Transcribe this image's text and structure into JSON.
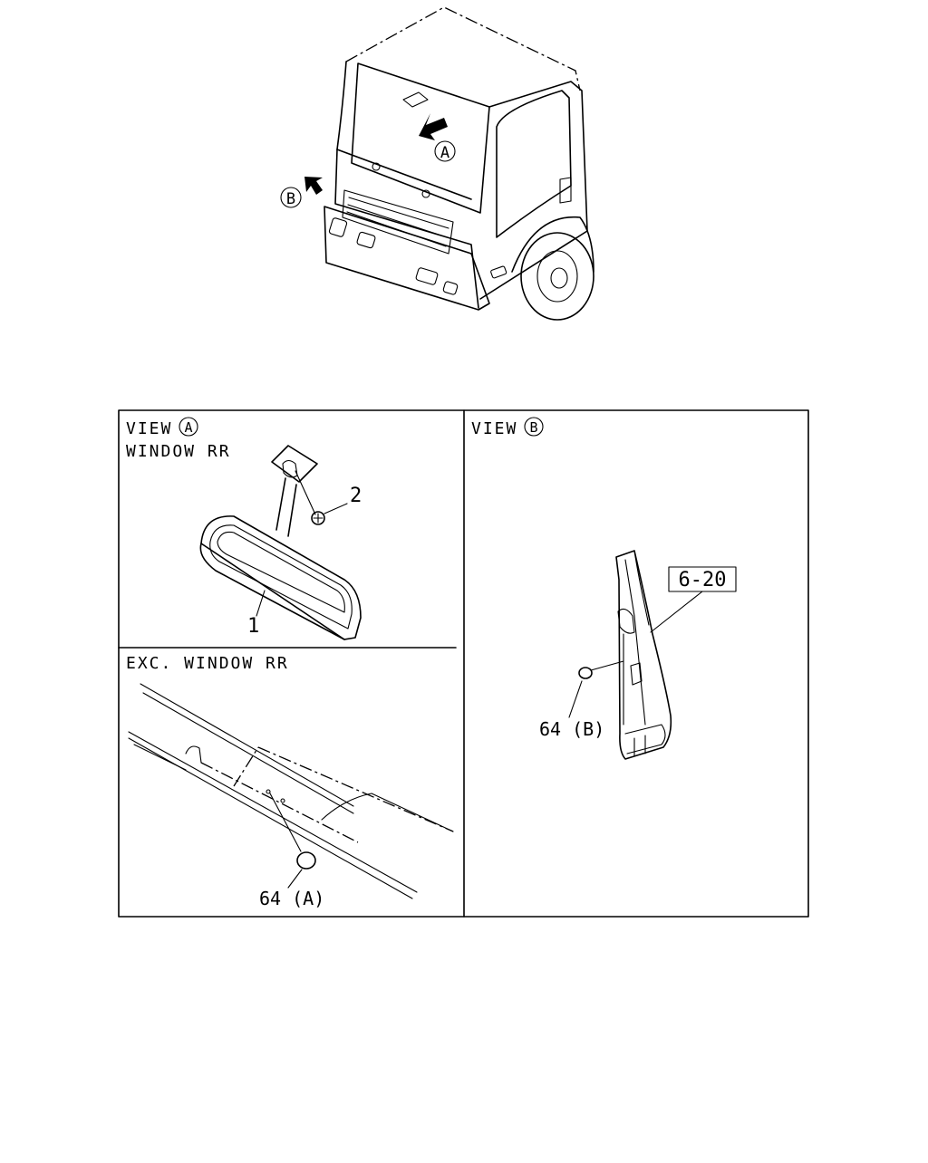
{
  "overview": {
    "marker_a": "A",
    "marker_b": "B"
  },
  "panel_a": {
    "view_prefix": "VIEW",
    "view_marker": "A",
    "subtitle": "WINDOW RR",
    "part_1": "1",
    "part_2": "2"
  },
  "panel_a_lower": {
    "subtitle": "EXC. WINDOW RR",
    "callout": "64 (A)"
  },
  "panel_b": {
    "view_prefix": "VIEW",
    "view_marker": "B",
    "reference": "6-20",
    "callout": "64 (B)"
  }
}
